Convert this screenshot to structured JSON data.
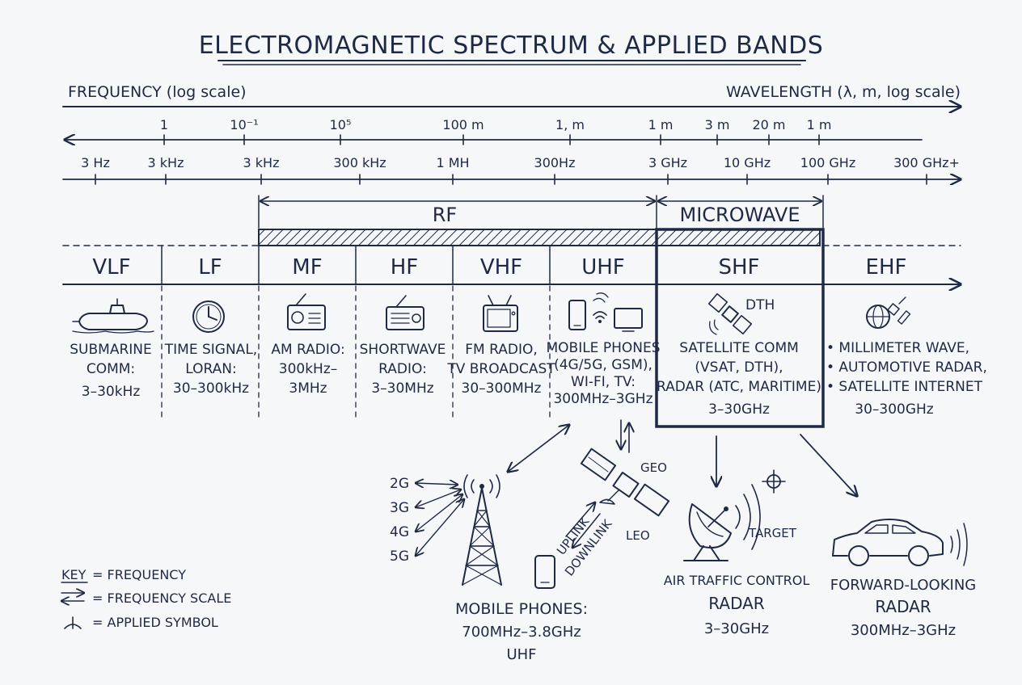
{
  "title": "ELECTROMAGNETIC SPECTRUM & APPLIED BANDS",
  "axis": {
    "frequency_label": "FREQUENCY (log scale)",
    "wavelength_label": "WAVELENGTH (λ, m, log scale)"
  },
  "wavelength_ticks": [
    "1",
    "10⁻¹",
    "10⁵",
    "100 m",
    "1, m",
    "1 m",
    "3 m",
    "20 m",
    "1 m"
  ],
  "frequency_ticks": [
    "3 Hz",
    "3 kHz",
    "3 kHz",
    "300 kHz",
    "1 MH",
    "300Hz",
    "3 GHz",
    "10 GHz",
    "100 GHz",
    "300 GHz+"
  ],
  "groups": {
    "rf": "RF",
    "microwave": "MICROWAVE"
  },
  "bands": [
    "VLF",
    "LF",
    "MF",
    "HF",
    "VHF",
    "UHF",
    "SHF",
    "EHF"
  ],
  "applications": {
    "vlf": [
      "SUBMARINE",
      "COMM:",
      "3–30kHz"
    ],
    "lf": [
      "TIME SIGNAL,",
      "LORAN:",
      "30–300kHz"
    ],
    "mf": [
      "AM RADIO:",
      "300kHz–",
      "3MHz"
    ],
    "hf": [
      "SHORTWAVE",
      "RADIO:",
      "3–30MHz"
    ],
    "vhf": [
      "FM RADIO,",
      "TV BROADCAST",
      "30–300MHz"
    ],
    "uhf": [
      "MOBILE PHONES",
      "(4G/5G, GSM),",
      "WI-FI, TV:",
      "300MHz–3GHz"
    ],
    "shf_dth": "DTH",
    "shf": [
      "SATELLITE COMM",
      "(VSAT, DTH),",
      "RADAR (ATC, MARITIME)",
      "3–30GHz"
    ],
    "ehf": [
      "• MILLIMETER WAVE,",
      "• AUTOMOTIVE RADAR,",
      "• SATELLITE INTERNET",
      "30–300GHz"
    ]
  },
  "mobile": {
    "generations": [
      "2G",
      "3G",
      "4G",
      "5G"
    ],
    "caption": [
      "MOBILE PHONES:",
      "700MHz–3.8GHz",
      "UHF"
    ]
  },
  "satellite": {
    "geo": "GEO",
    "leo": "LEO",
    "uplink": "UPLINK",
    "downlink": "DOWNLINK"
  },
  "radar": {
    "target": "TARGET",
    "caption": [
      "AIR TRAFFIC CONTROL",
      "RADAR",
      "3–30GHz"
    ]
  },
  "car": {
    "caption": [
      "FORWARD-LOOKING",
      "RADAR",
      "300MHz–3GHz"
    ]
  },
  "key": {
    "title": "KEY",
    "rows": [
      "= FREQUENCY",
      "= FREQUENCY SCALE",
      "= APPLIED SYMBOL"
    ]
  },
  "colors": {
    "ink": "#1e2a44",
    "paper": "#f6f7f9"
  }
}
